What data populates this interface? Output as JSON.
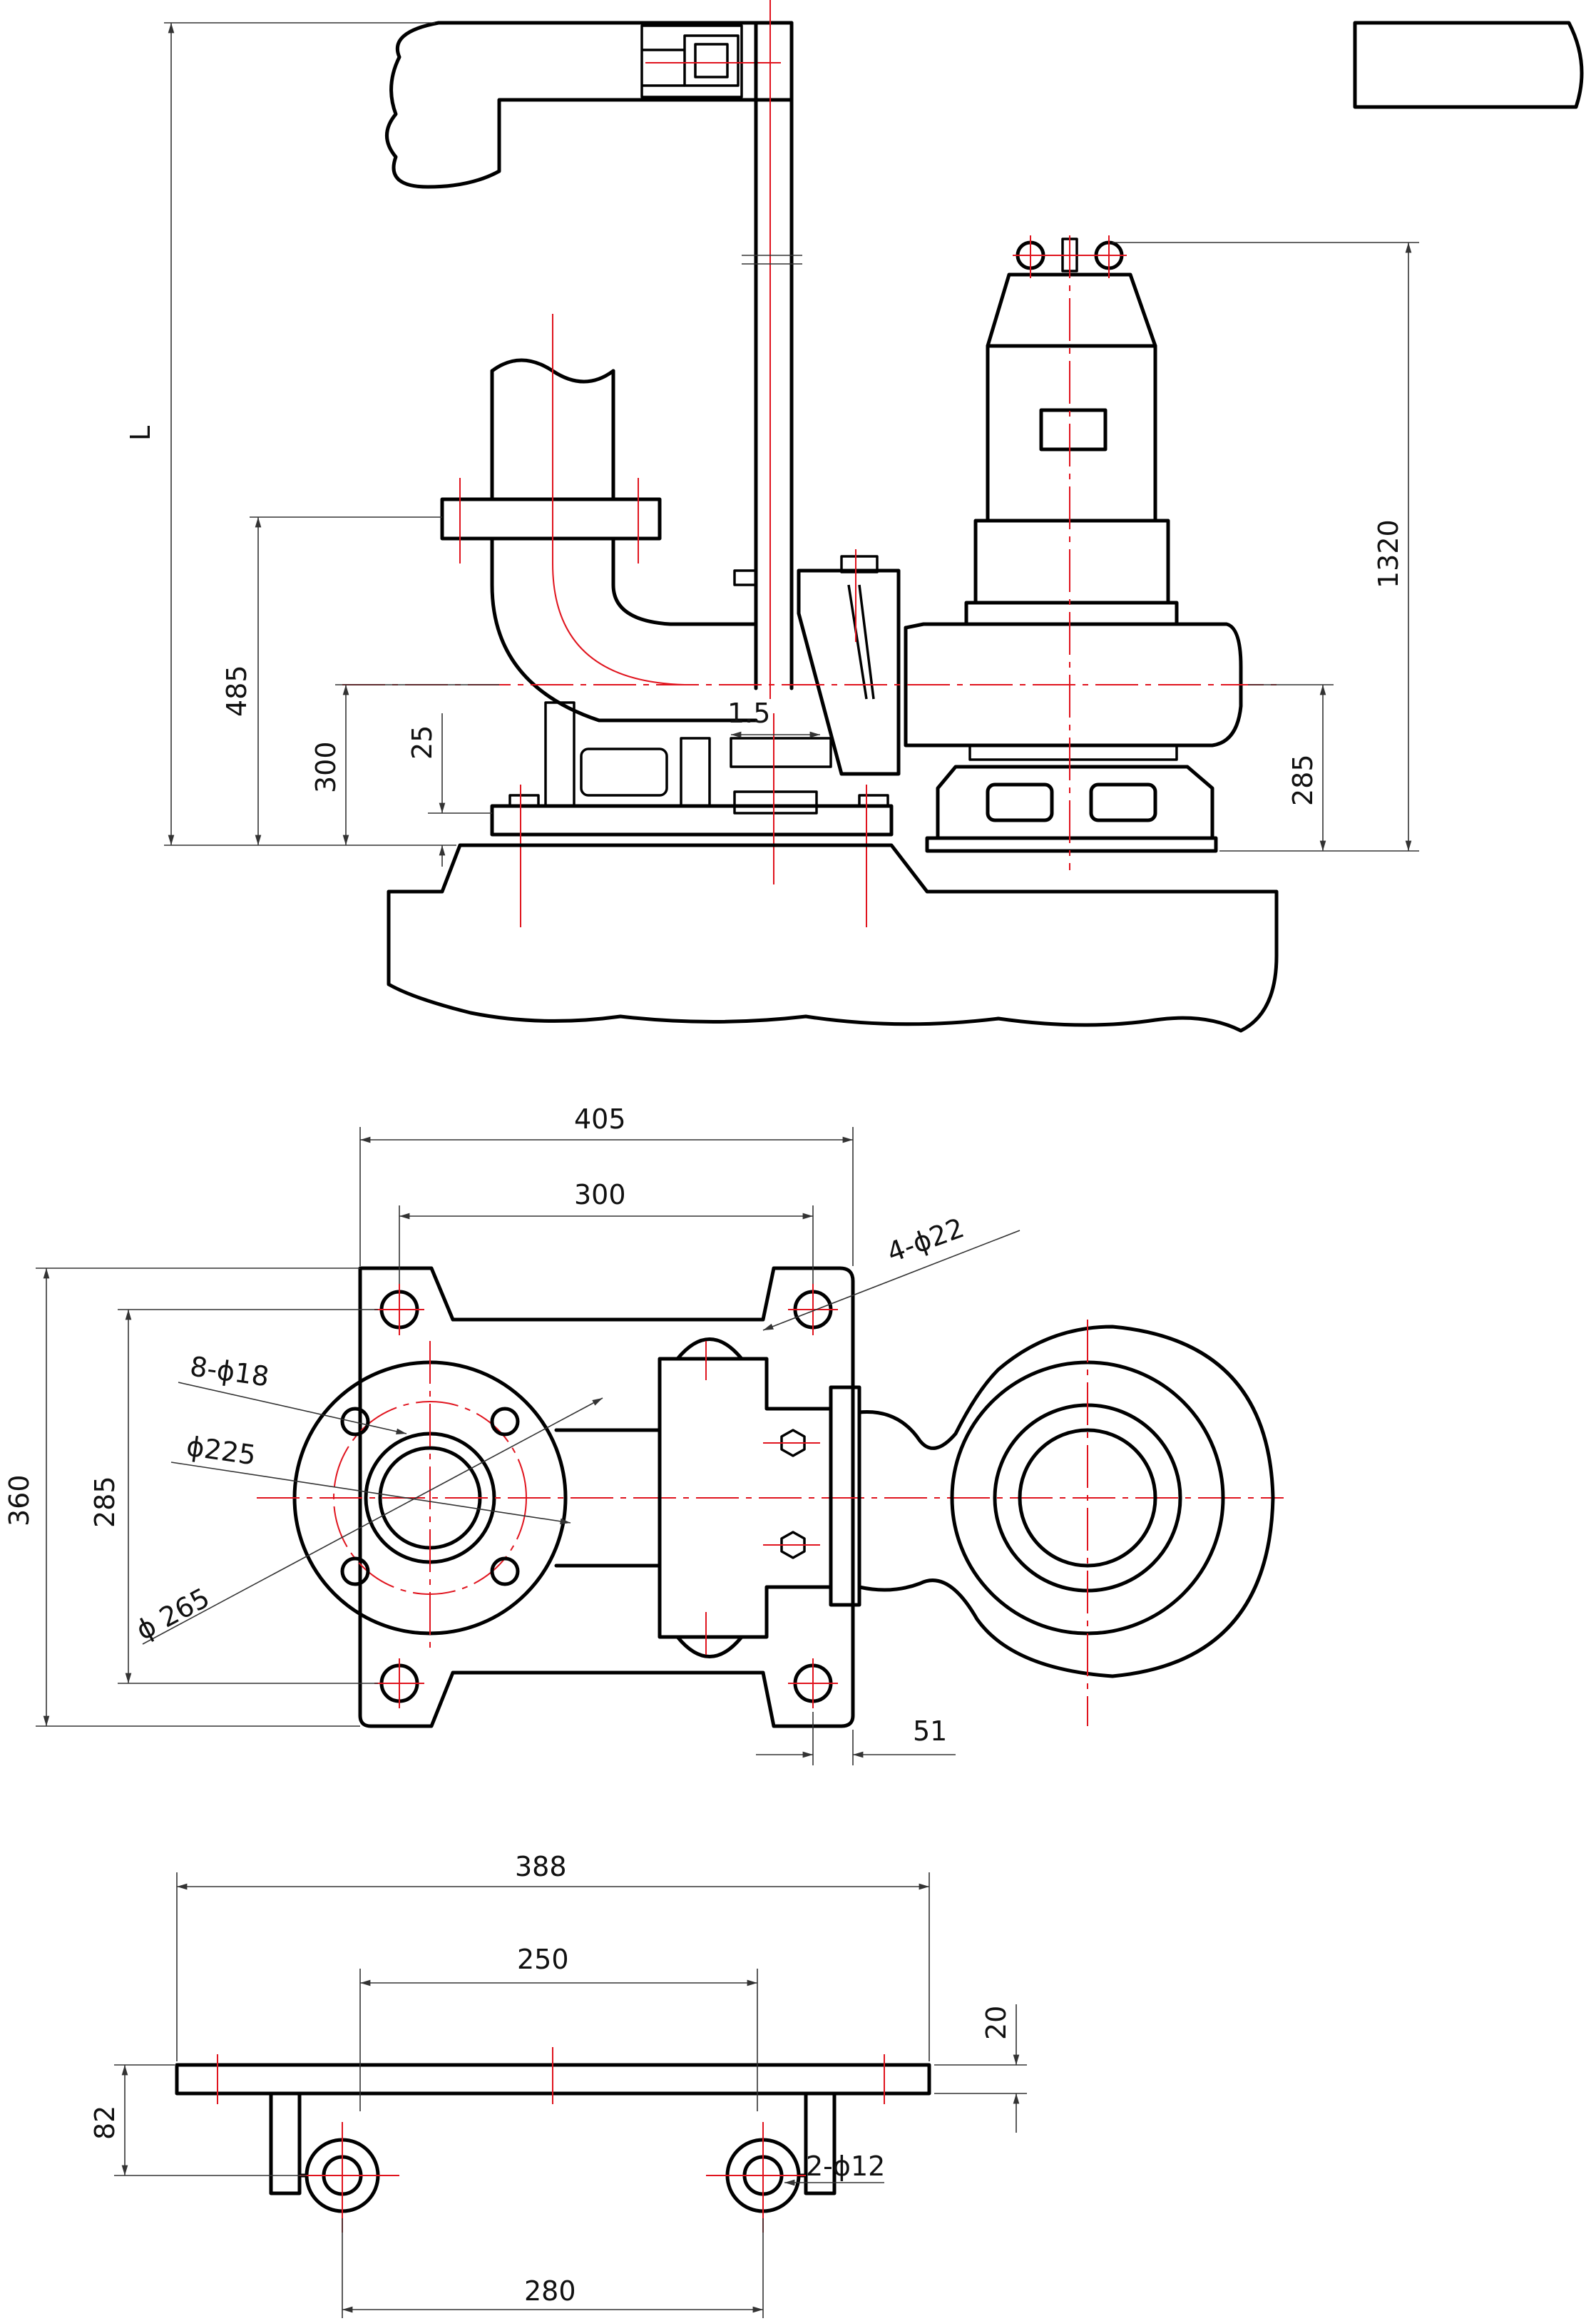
{
  "elevation_view": {
    "dimensions": {
      "L": "L",
      "d485": "485",
      "d300": "300",
      "d25": "25",
      "d1_5": "1.5",
      "d1320": "1320",
      "d285": "285"
    }
  },
  "plan_view": {
    "dimensions": {
      "d405": "405",
      "d300": "300",
      "d360": "360",
      "d285": "285",
      "d51": "51",
      "bolt_holes": "4-ϕ22",
      "flange_holes": "8-ϕ18",
      "bolt_circle": "ϕ225",
      "flange_dia": "ϕ 265"
    }
  },
  "bracket_view": {
    "dimensions": {
      "d388": "388",
      "d250": "250",
      "d20": "20",
      "d82": "82",
      "d280": "280",
      "holes": "2-ϕ12"
    }
  }
}
